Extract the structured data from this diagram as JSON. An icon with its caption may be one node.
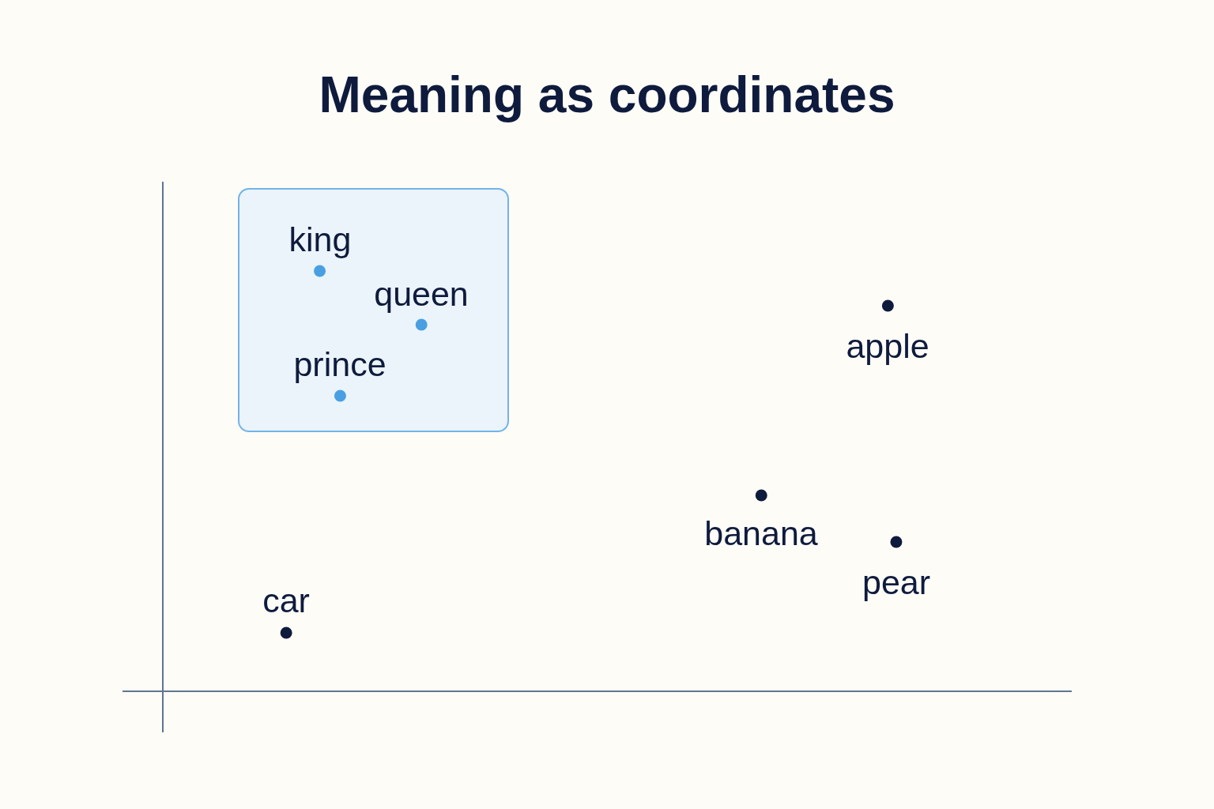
{
  "diagram": {
    "title": "Meaning as coordinates",
    "nodes": [
      {
        "text": [],
        "shape": "box"
      },
      {
        "text": [],
        "shape": "circle",
        "beside": [
          "king"
        ],
        "in": 0
      },
      {
        "text": [],
        "shape": "circle",
        "beside": [
          "queen"
        ],
        "in": 0
      },
      {
        "text": [],
        "shape": "circle",
        "beside": [
          "prince"
        ],
        "in": 0
      },
      {
        "text": [],
        "shape": "circle",
        "beside": [
          "apple"
        ]
      },
      {
        "text": [],
        "shape": "circle",
        "beside": [
          "banana"
        ]
      },
      {
        "text": [],
        "shape": "circle",
        "beside": [
          "pear"
        ]
      },
      {
        "text": [],
        "shape": "circle",
        "beside": [
          "car"
        ]
      }
    ]
  }
}
